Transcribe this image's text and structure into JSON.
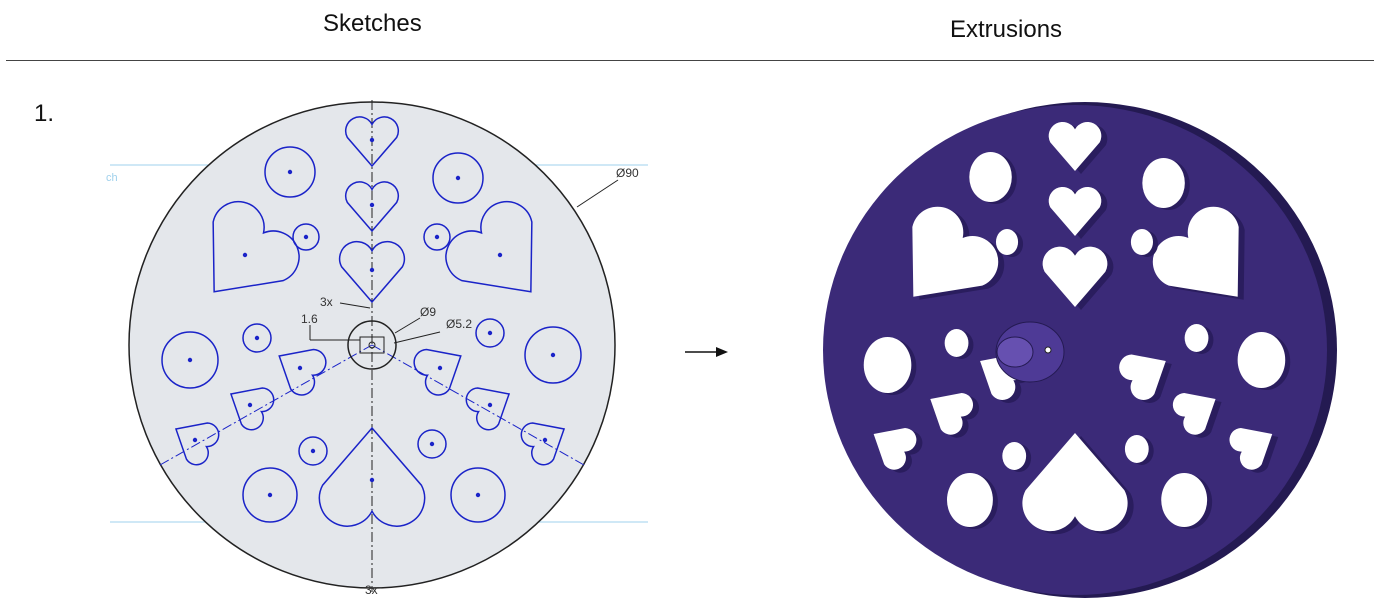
{
  "headers": {
    "sketches": "Sketches",
    "extrusions": "Extrusions"
  },
  "step_number": "1.",
  "sketch": {
    "partial_label": "ch",
    "dim_outer": "Ø90",
    "dim_hub": "Ø9",
    "dim_bore": "Ø5.2",
    "dim_flat": "1.6",
    "pattern_count_top": "3x",
    "pattern_count_bottom": "3x"
  },
  "colors": {
    "sketch_fill": "#e4e7eb",
    "sketch_line": "#1a23c8",
    "extrusion": "#3b2a78",
    "extrusion_rim": "#241a52"
  }
}
